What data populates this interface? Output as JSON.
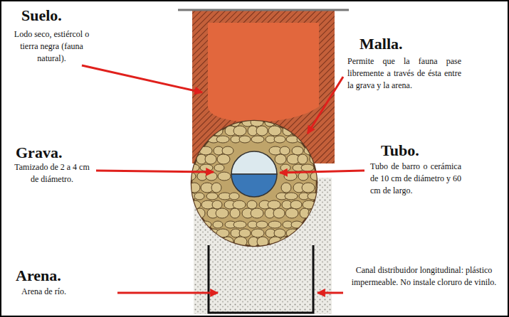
{
  "diagram": {
    "labels": [
      "Suelo.",
      "Lodo seco, estiércol o tierra negra (fauna natural).",
      "Malla.",
      "Permite que la fauna pase libremente a través de ésta entre la grava y la arena.",
      "Grava.",
      "Tamizado de 2 a 4 cm de diámetro.",
      "Tubo.",
      "Tubo de barro o cerámica de 10 cm de diámetro y 60 cm de largo.",
      "Arena.",
      "Arena de río.",
      "Canal distribuidor longitudinal: plástico impermeable. No instale cloruro de vinilo."
    ]
  }
}
